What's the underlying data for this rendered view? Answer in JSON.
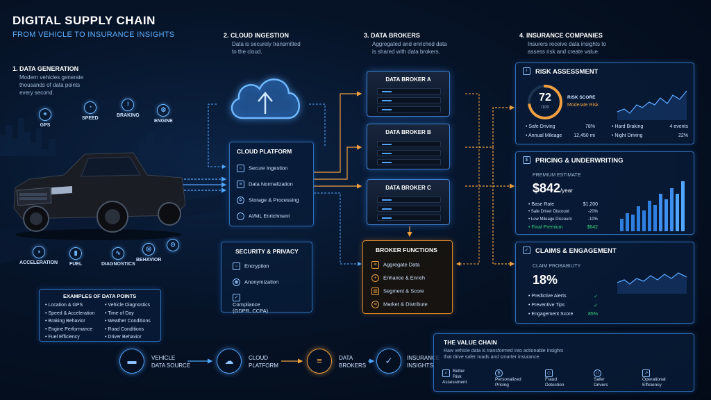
{
  "header": {
    "title": "DIGITAL SUPPLY CHAIN",
    "subtitle": "FROM VEHICLE TO INSURANCE INSIGHTS"
  },
  "steps": {
    "s1": {
      "title": "1.  DATA GENERATION",
      "desc": [
        "Modern vehicles generate",
        "thousands of data points",
        "every second."
      ]
    },
    "s2": {
      "title": "2.  CLOUD INGESTION",
      "desc": [
        "Data is securely transmitted",
        "to the cloud."
      ]
    },
    "s3": {
      "title": "3.  DATA BROKERS",
      "desc": [
        "Aggregated and enriched data",
        "is shared with data brokers."
      ]
    },
    "s4": {
      "title": "4.  INSURANCE COMPANIES",
      "desc": [
        "Insurers receive data insights to",
        "assess risk and create value."
      ]
    }
  },
  "sensors": {
    "gps": "GPS",
    "speed": "SPEED",
    "braking": "BRAKING",
    "engine": "ENGINE",
    "acceleration": "ACCELERATION",
    "fuel": "FUEL",
    "diagnostics": "DIAGNOSTICS",
    "behavior": "BEHAVIOR"
  },
  "examples": {
    "title": "EXAMPLES OF DATA POINTS",
    "left": [
      "Location & GPS",
      "Speed & Acceleration",
      "Braking Behavior",
      "Engine Performance",
      "Fuel Efficiency"
    ],
    "right": [
      "Vehicle Diagnostics",
      "Time of Day",
      "Weather Conditions",
      "Road Conditions",
      "Driver Behavior"
    ]
  },
  "cloud_platform": {
    "title": "CLOUD PLATFORM",
    "items": [
      "Secure Ingestion",
      "Data Normalization",
      "Storage & Processing",
      "AI/ML Enrichment"
    ]
  },
  "security": {
    "title": "SECURITY & PRIVACY",
    "items": [
      "Encryption",
      "Anonymization",
      "Compliance",
      "(GDPR, CCPA)"
    ]
  },
  "brokers": {
    "a": "DATA BROKER A",
    "b": "DATA BROKER B",
    "c": "DATA BROKER C"
  },
  "broker_functions": {
    "title": "BROKER FUNCTIONS",
    "items": [
      "Aggregate Data",
      "Enhance & Enrich",
      "Segment & Score",
      "Market & Distribute"
    ]
  },
  "risk": {
    "title": "RISK ASSESSMENT",
    "score": "72",
    "score_max": "/100",
    "score_fraction": 0.72,
    "score_label": "RISK SCORE",
    "score_level": "Moderate Risk",
    "rows_left": [
      {
        "label": "Safe Driving",
        "value": "78%"
      },
      {
        "label": "Annual Mileage",
        "value": "12,450 mi"
      }
    ],
    "rows_right": [
      {
        "label": "Hard Braking",
        "value": "4 events"
      },
      {
        "label": "Night Driving",
        "value": "22%"
      }
    ]
  },
  "pricing": {
    "title": "PRICING & UNDERWRITING",
    "estimate_label": "PREMIUM ESTIMATE",
    "price": "$842",
    "per": "/year",
    "rows": [
      {
        "label": "Base Rate",
        "value": "$1,200"
      },
      {
        "label": "Safe Driver Discount",
        "value": "-20%"
      },
      {
        "label": "Low Mileage Discount",
        "value": "-10%"
      },
      {
        "label": "Final Premium",
        "value": "$842"
      }
    ]
  },
  "claims": {
    "title": "CLAIMS & ENGAGEMENT",
    "prob_label": "CLAIM PROBABILITY",
    "prob": "18%",
    "rows": [
      {
        "label": "Predictive Alerts",
        "value": "✓"
      },
      {
        "label": "Preventive Tips",
        "value": "✓"
      },
      {
        "label": "Engagement Score",
        "value": "85%"
      }
    ]
  },
  "flow": {
    "vehicle": [
      "VEHICLE",
      "DATA SOURCE"
    ],
    "cloud": [
      "CLOUD",
      "PLATFORM"
    ],
    "brokers": [
      "DATA",
      "BROKERS"
    ],
    "insurance": [
      "INSURANCE",
      "INSIGHTS"
    ]
  },
  "value_chain": {
    "title": "THE VALUE CHAIN",
    "desc": [
      "Raw vehicle data is transformed into actionable insights",
      "that drive safer roads and smarter insurance."
    ],
    "items": [
      [
        "Better Risk",
        "Assessment"
      ],
      [
        "Personalized",
        "Pricing"
      ],
      [
        "Fraud",
        "Detection"
      ],
      [
        "Safer",
        "Drivers"
      ],
      [
        "Operational",
        "Efficiency"
      ]
    ]
  },
  "colors": {
    "accent_blue": "#4fa6ff",
    "accent_orange": "#f0a040",
    "moderate": "#f0a040",
    "green": "#39d27a"
  }
}
